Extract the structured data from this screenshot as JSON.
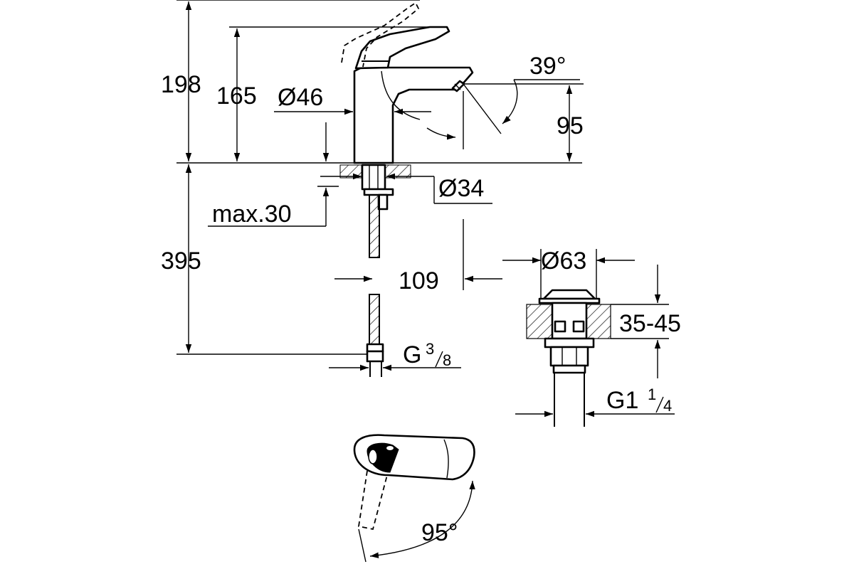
{
  "dimensions": {
    "total_height": "198",
    "spout_height": "165",
    "body_diameter": "Ø46",
    "mount_diameter": "Ø34",
    "max_deck_thickness": "max.30",
    "spout_projection": "109",
    "hose_length": "395",
    "lever_angle": "39°",
    "outlet_height": "95",
    "rotation_angle": "95°",
    "waste_diameter": "Ø63",
    "waste_deck_range": "35-45"
  },
  "threads": {
    "hose_thread_prefix": "G",
    "hose_thread_num": "3",
    "hose_thread_den": "8",
    "waste_thread_prefix": "G1",
    "waste_thread_num": "1",
    "waste_thread_den": "4"
  },
  "colors": {
    "line": "#000000",
    "background": "#ffffff"
  }
}
